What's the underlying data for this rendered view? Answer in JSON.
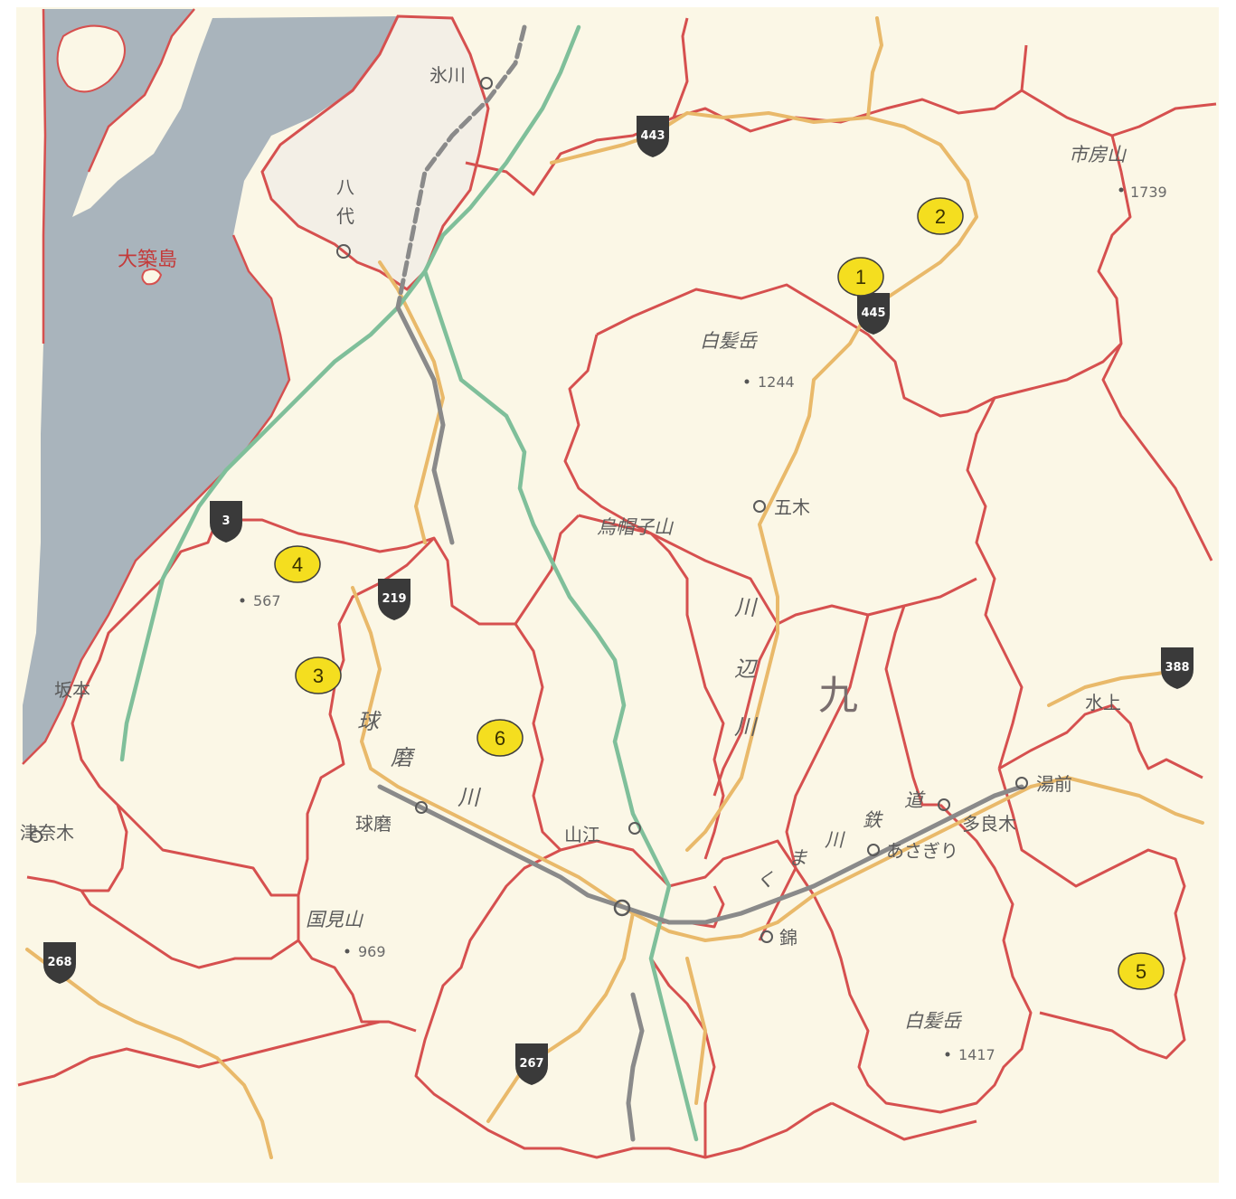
{
  "colors": {
    "paper": "#fbf7e6",
    "sea": "#a9b4bc",
    "border": "#d6504f",
    "road": "#e9b96a",
    "river": "#7fbf9a",
    "rail": "#8a8a8a",
    "marker": "#f4de1f",
    "shield": "#3a3a3a"
  },
  "markers": [
    {
      "id": "1",
      "label": "1"
    },
    {
      "id": "2",
      "label": "2"
    },
    {
      "id": "3",
      "label": "3"
    },
    {
      "id": "4",
      "label": "4"
    },
    {
      "id": "5",
      "label": "5"
    },
    {
      "id": "6",
      "label": "6"
    }
  ],
  "labels": {
    "sea": "大築島",
    "yatsushiro": "八代",
    "shiragadake_north": "白髪岳",
    "elev_1244": "1244",
    "gonoki": "五木",
    "eboshiyama": "烏帽子山",
    "kawabe_1": "川",
    "kawabe_2": "辺",
    "kawabe_3": "川",
    "kyushu_char": "九",
    "elev_567": "567",
    "kuma_1": "球",
    "kuma_2": "磨",
    "kuma_3": "川",
    "kuma_town": "球磨",
    "kunimiyama": "国見山",
    "elev_969": "969",
    "yamae": "山江",
    "nishiki": "錦",
    "kuma_river_1": "く",
    "kuma_river_2": "ま",
    "kuma_river_3": "川",
    "kuma_river_4": "鉄",
    "kuma_river_5": "道",
    "asagiri": "あさぎり",
    "taragi": "多良木",
    "yunomae": "湯前",
    "mizukami": "水上",
    "ichifusayama": "市房山",
    "elev_1739": "1739",
    "shiragadake_south": "白髪岳",
    "elev_1417": "1417",
    "tsunagi": "津奈木",
    "hikawa": "氷川",
    "sakamoto": "坂本"
  },
  "routes": {
    "r443_north": "443",
    "r445": "445",
    "r3": "3",
    "r219": "219",
    "r388": "388",
    "r268": "268",
    "r267": "267"
  }
}
